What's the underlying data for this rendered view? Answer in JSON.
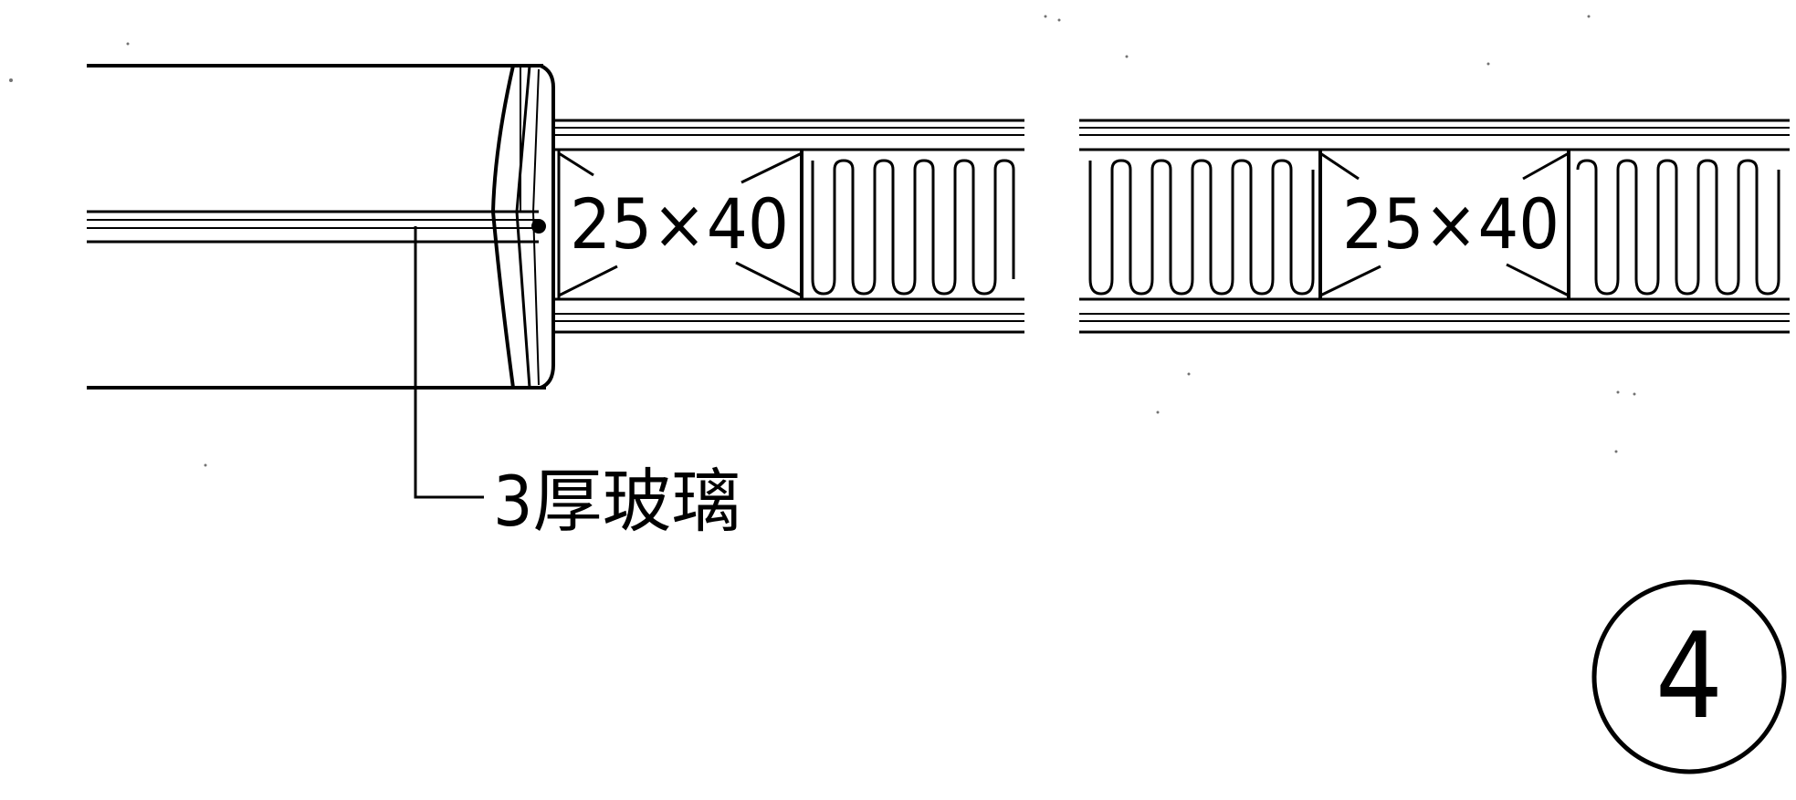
{
  "drawing": {
    "dimension_left": "25×40",
    "dimension_right": "25×40",
    "glass_note": "3厚玻璃",
    "detail_number": "4"
  },
  "colors": {
    "ink": "#000000",
    "paper": "#ffffff"
  }
}
